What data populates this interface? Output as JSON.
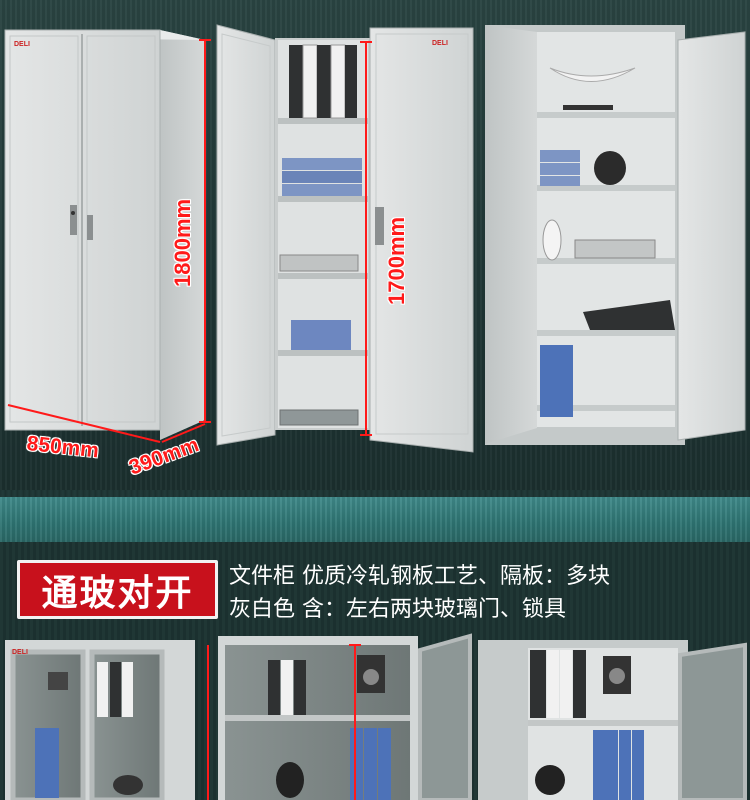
{
  "dimensions": {
    "height_left": "1800mm",
    "height_mid": "1700mm",
    "width": "850mm",
    "depth": "390mm"
  },
  "badge": {
    "label": "通玻对开"
  },
  "description": {
    "line1": "文件柜 优质冷轧钢板工艺、隔板：多块",
    "line2": "灰白色 含：左右两块玻璃门、锁具"
  },
  "brand_logo": "DELI",
  "colors": {
    "cabinet": "#d9dcdc",
    "background": "#1e3433",
    "band": "#2e7472",
    "badge": "#c8111c",
    "dimension_line": "#ff1a1a"
  }
}
